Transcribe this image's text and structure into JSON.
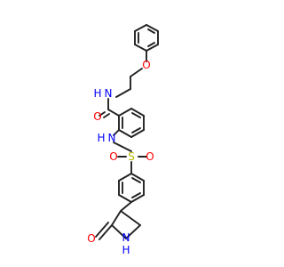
{
  "atom_labels": {
    "oxygen_ether": "O",
    "amide_nitrogen": "N",
    "amide_hydrogen": "H",
    "amide_oxygen": "O",
    "sulfonamide_nitrogen": "N",
    "sulfonamide_hydrogen": "H",
    "sulfur": "S",
    "sulfonyl_oxygen_left": "O",
    "sulfonyl_oxygen_right": "O",
    "lactam_oxygen": "O",
    "lactam_nitrogen": "N",
    "lactam_hydrogen": "H"
  },
  "colors": {
    "carbon_bond": "#222222",
    "oxygen": "#ff0000",
    "nitrogen": "#0000ff",
    "sulfur": "#b8b800",
    "background": "#ffffff"
  }
}
